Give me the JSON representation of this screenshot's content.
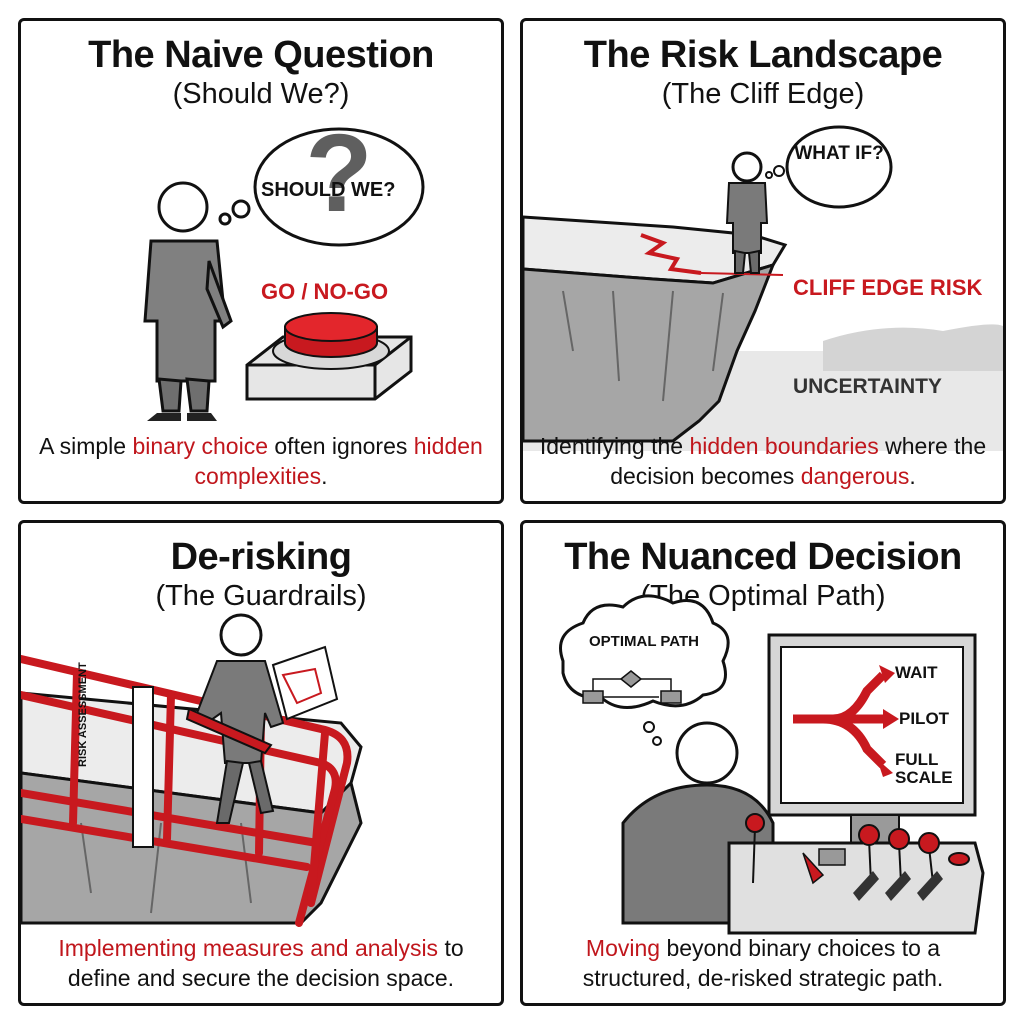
{
  "panels": [
    {
      "title": "The Naive Question",
      "subtitle": "(Should We?)",
      "thought_bubble": "SHOULD WE?",
      "button_label": "GO / NO-GO",
      "caption": [
        {
          "text": "A simple ",
          "highlight": false
        },
        {
          "text": "binary choice",
          "highlight": true
        },
        {
          "text": " often ignores ",
          "highlight": false
        },
        {
          "text": "hidden complexities",
          "highlight": true
        },
        {
          "text": ".",
          "highlight": false
        }
      ]
    },
    {
      "title": "The Risk Landscape",
      "subtitle": "(The Cliff Edge)",
      "thought_bubble": "WHAT IF?",
      "cliff_label": "CLIFF EDGE RISK",
      "fog_label": "UNCERTAINTY",
      "caption": [
        {
          "text": "Identifying the ",
          "highlight": false
        },
        {
          "text": "hidden boundaries",
          "highlight": true
        },
        {
          "text": " where the decision becomes ",
          "highlight": false
        },
        {
          "text": "dangerous",
          "highlight": true
        },
        {
          "text": ".",
          "highlight": false
        }
      ]
    },
    {
      "title": "De-risking",
      "subtitle": "(The Guardrails)",
      "sign_text": "RISK ASSESSMENT",
      "caption": [
        {
          "text": "Implementing measures and analysis",
          "highlight": true
        },
        {
          "text": " to define and secure the decision space.",
          "highlight": false
        }
      ]
    },
    {
      "title": "The Nuanced Decision",
      "subtitle": "(The Optimal Path)",
      "thought_bubble": "OPTIMAL PATH",
      "options": [
        "WAIT",
        "PILOT",
        "FULL SCALE"
      ],
      "caption": [
        {
          "text": "Moving",
          "highlight": true
        },
        {
          "text": " beyond binary choices to a structured, de-risked strategic path.",
          "highlight": false
        }
      ]
    }
  ],
  "colors": {
    "accent_red": "#c8191f",
    "ink": "#111111",
    "suit_gray": "#7a7a7a",
    "rock_gray": "#9a9a9a"
  }
}
